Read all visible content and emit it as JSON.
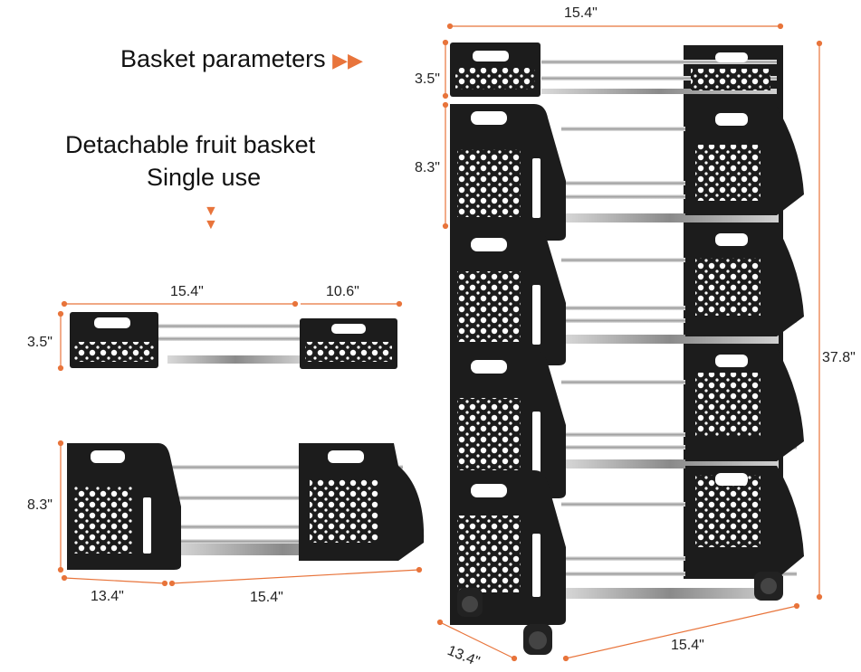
{
  "headings": {
    "basket_parameters": "Basket parameters",
    "detachable_line1": "Detachable fruit basket",
    "detachable_line2": "Single use"
  },
  "dimensions": {
    "top_width": "15.4\"",
    "rack_top_basket_height": "3.5\"",
    "rack_basket_height": "8.3\"",
    "rack_total_height": "37.8\"",
    "rack_depth": "13.4\"",
    "rack_width": "15.4\"",
    "small_basket_width": "15.4\"",
    "small_basket_depth": "10.6\"",
    "small_basket_height": "3.5\"",
    "large_basket_height": "8.3\"",
    "large_basket_depth": "13.4\"",
    "large_basket_width": "15.4\""
  },
  "colors": {
    "accent": "#e8743b",
    "basket_black": "#1c1c1c",
    "chrome": "#c8c8c8",
    "dimension_line": "#e8743b"
  },
  "icons": {
    "heading_arrow": "double-chevron-right-icon",
    "down_arrow": "double-chevron-down-icon"
  }
}
